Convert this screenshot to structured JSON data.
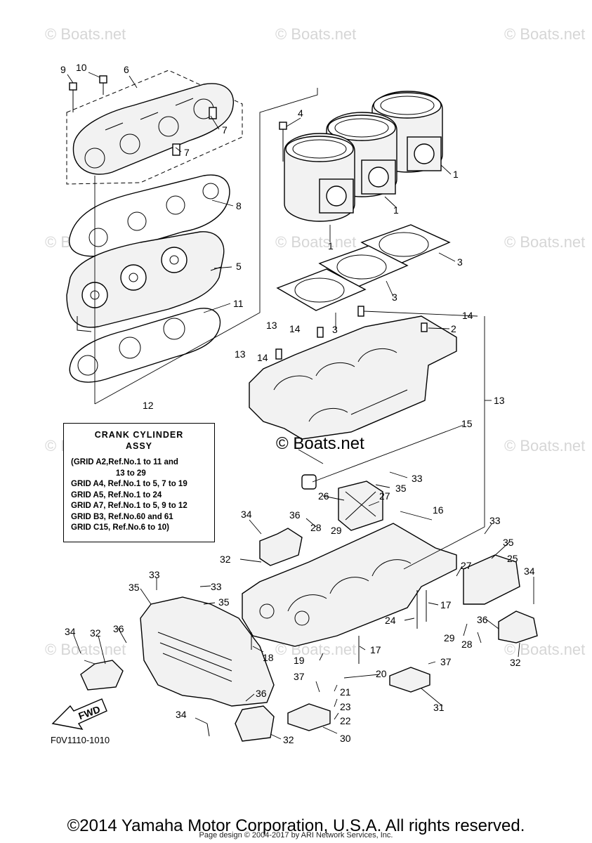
{
  "watermark": "© Boats.net",
  "watermark_center": "© Boats.net",
  "assy_box": {
    "title": "CRANK  CYLINDER",
    "subtitle": "ASSY",
    "lines": [
      "(GRID A2,Ref.No.1 to 11 and",
      "                    13 to 29",
      "GRID A4, Ref.No.1 to 5, 7 to 19",
      "GRID A5, Ref.No.1 to 24",
      "GRID A7, Ref.No.1 to 5, 9 to 12",
      "GRID B3, Ref.No.60 and 61",
      "GRID C15, Ref.No.6 to 10)"
    ]
  },
  "fwd_label": "FWD",
  "figure_code": "F0V1110-1010",
  "copyright": "©2014 Yamaha Motor Corporation, U.S.A. All rights reserved.",
  "page_design": "Page design © 2004-2017 by ARI Network Services, Inc.",
  "callouts": {
    "c9": "9",
    "c10": "10",
    "c6": "6",
    "c7a": "7",
    "c7b": "7",
    "c8": "8",
    "c5": "5",
    "c11": "11",
    "c4": "4",
    "c1a": "1",
    "c1b": "1",
    "c1c": "1",
    "c3a": "3",
    "c3b": "3",
    "c3c": "3",
    "c13a": "13",
    "c14a": "14",
    "c13b": "13",
    "c14b": "14",
    "c14c": "14",
    "c2": "2",
    "c13c": "13",
    "c15": "15",
    "c12": "12",
    "c33a": "33",
    "c35a": "35",
    "c26": "26",
    "c27a": "27",
    "c16": "16",
    "c36a": "36",
    "c34a": "34",
    "c28a": "28",
    "c29a": "29",
    "c32a": "32",
    "c33b": "33",
    "c35b": "35",
    "c25": "25",
    "c27b": "27",
    "c34b": "34",
    "c17a": "17",
    "c24": "24",
    "c36b": "36",
    "c29b": "29",
    "c28b": "28",
    "c32b": "32",
    "c33c": "33",
    "c35c": "35",
    "c33d": "33",
    "c35d": "35",
    "c18": "18",
    "c17b": "17",
    "c19": "19",
    "c37a": "37",
    "c20": "20",
    "c21": "21",
    "c36c": "36",
    "c34c": "34",
    "c32c": "32",
    "c36d": "36",
    "c37b": "37",
    "c23": "23",
    "c22": "22",
    "c31": "31",
    "c34d": "34",
    "c32d": "32",
    "c30": "30"
  }
}
